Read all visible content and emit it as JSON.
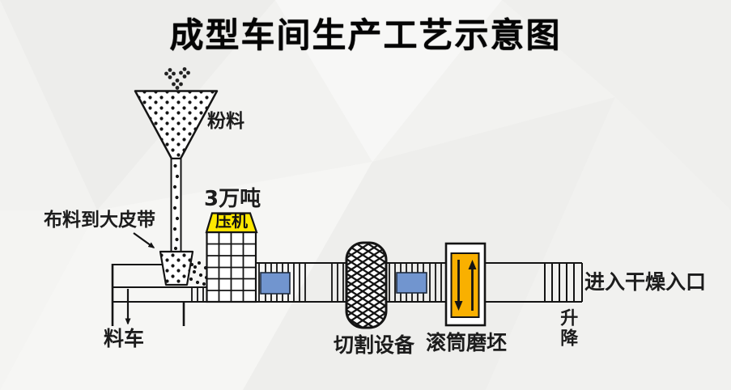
{
  "title": "成型车间生产工艺示意图",
  "labels": {
    "powder": "粉料",
    "press_capacity": "3万吨",
    "press": "压机",
    "feed_to_belt": "布料到大皮带",
    "material_cart": "料车",
    "cutting_equipment": "切割设备",
    "roller_grinding": "滚筒磨坯",
    "lift": "升降",
    "dryer_entrance": "进入干燥入口"
  },
  "colors": {
    "press_yellow": "#FFE800",
    "tile_blue": "#7195CF",
    "grinder_orange": "#F9B000",
    "ink": "#141414"
  }
}
